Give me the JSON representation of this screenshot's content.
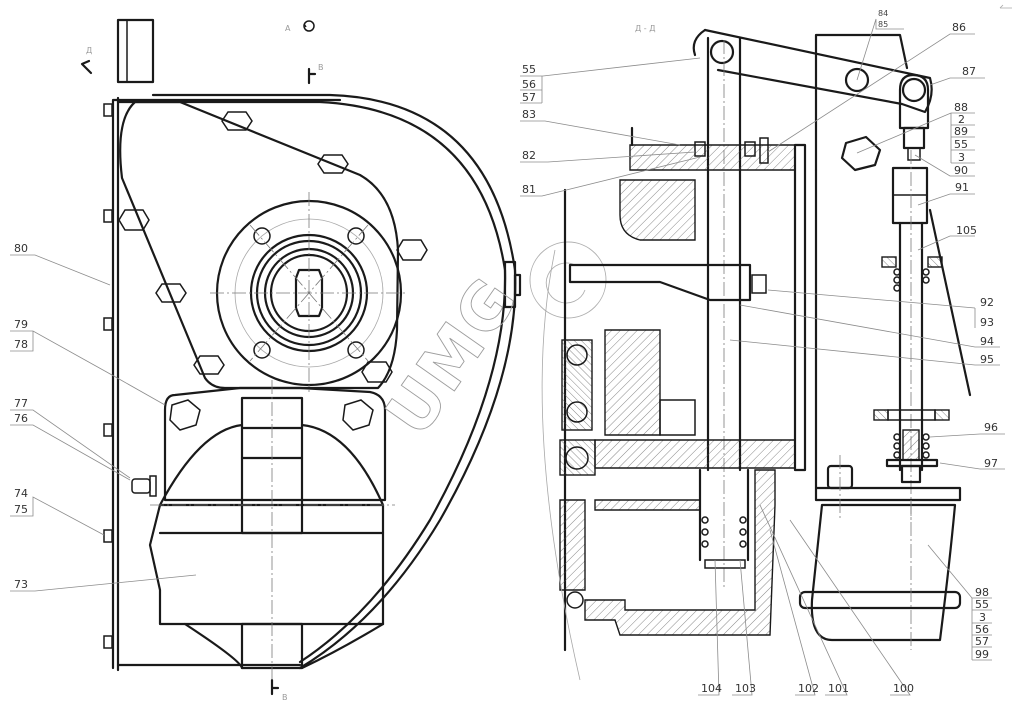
{
  "drawing": {
    "type": "engineering-assembly-drawing",
    "watermark": "UMG",
    "view_labels": {
      "left_view_mark": "A",
      "left_section_top": "B",
      "left_section_bottom": "B",
      "left_side_mark": "Д",
      "right_section_title": "Д - Д"
    },
    "left_view_callouts": [
      {
        "id": "80",
        "label": "80"
      },
      {
        "id": "79-78",
        "labels": [
          "79",
          "78"
        ]
      },
      {
        "id": "77-76",
        "labels": [
          "77",
          "76"
        ]
      },
      {
        "id": "74-75",
        "labels": [
          "74",
          "75"
        ]
      },
      {
        "id": "73",
        "label": "73"
      }
    ],
    "right_view_callouts_left": [
      {
        "id": "55-56-57",
        "labels": [
          "55",
          "56",
          "57"
        ]
      },
      {
        "id": "83",
        "label": "83"
      },
      {
        "id": "82",
        "label": "82"
      },
      {
        "id": "81",
        "label": "81"
      }
    ],
    "right_view_callouts_top": [
      {
        "id": "84-85",
        "labels": [
          "84",
          "85"
        ]
      },
      {
        "id": "86",
        "label": "86"
      },
      {
        "id": "87",
        "label": "87"
      }
    ],
    "right_view_callouts_right": [
      {
        "id": "88-stack",
        "labels": [
          "88",
          "2",
          "89",
          "55",
          "3"
        ]
      },
      {
        "id": "90",
        "label": "90"
      },
      {
        "id": "91",
        "label": "91"
      },
      {
        "id": "105",
        "label": "105"
      },
      {
        "id": "92-93",
        "labels": [
          "92",
          "93"
        ]
      },
      {
        "id": "94",
        "label": "94"
      },
      {
        "id": "95",
        "label": "95"
      },
      {
        "id": "96",
        "label": "96"
      },
      {
        "id": "97",
        "label": "97"
      },
      {
        "id": "98-stack",
        "labels": [
          "98",
          "55",
          "3",
          "56",
          "57",
          "99"
        ]
      }
    ],
    "right_view_callouts_bottom": [
      {
        "id": "104",
        "label": "104"
      },
      {
        "id": "103",
        "label": "103"
      },
      {
        "id": "102",
        "label": "102"
      },
      {
        "id": "101",
        "label": "101"
      },
      {
        "id": "100",
        "label": "100"
      }
    ]
  }
}
